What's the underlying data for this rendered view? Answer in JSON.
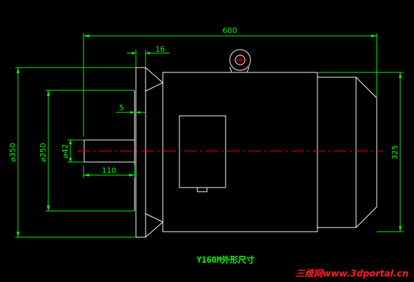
{
  "drawing": {
    "title": "Y160M外形尺寸",
    "colors": {
      "background": "#000000",
      "outline": "#ffffff",
      "dimension": "#00ff00",
      "centerline": "#ff0000",
      "watermark": "#ff2020"
    },
    "dimensions": {
      "overall_length": "600",
      "flange_thickness": "16",
      "shaft_shoulder": "5",
      "shaft_length": "110",
      "flange_diameter": "⌀350",
      "spigot_diameter": "⌀250",
      "shaft_diameter": "⌀42",
      "body_height": "325"
    },
    "watermark": "三维网www.3dportal.cn"
  }
}
